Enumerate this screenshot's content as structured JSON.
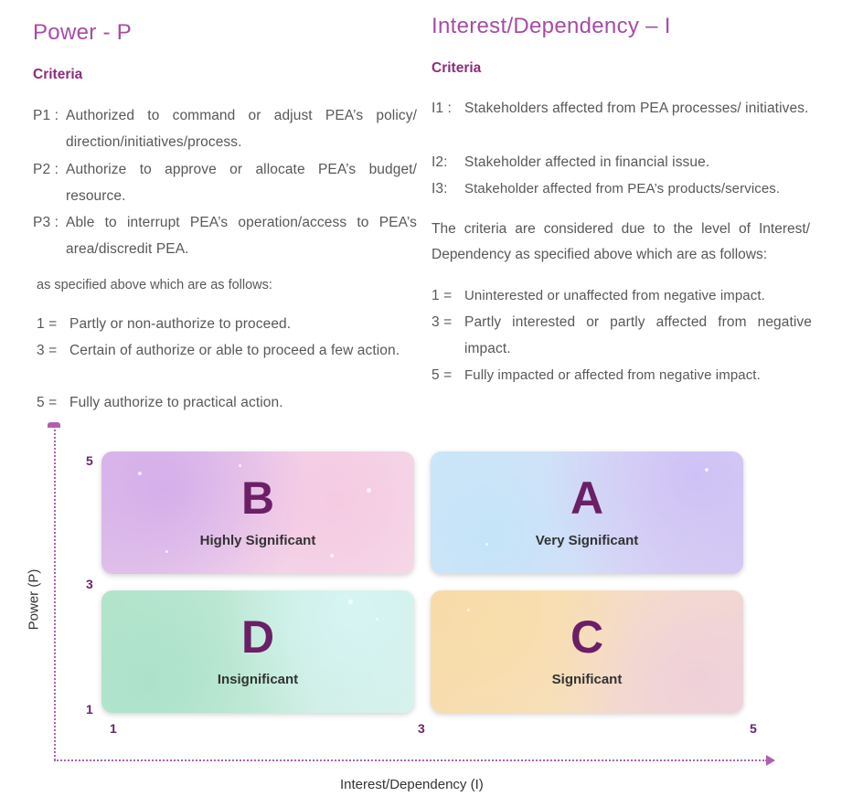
{
  "power": {
    "title": "Power - P",
    "criteria_label": "Criteria",
    "items": [
      {
        "code": "P1 :",
        "text": "Authorized to command or adjust PEA’s policy/ direction/initiatives/process."
      },
      {
        "code": "P2 :",
        "text": "Authorize to approve or allocate PEA’s budget/ resource."
      },
      {
        "code": "P3 :",
        "text": "Able to interrupt PEA’s operation/access to PEA’s area/discredit PEA."
      }
    ],
    "levels_intro": "as specified above which are as follows:",
    "levels": [
      {
        "code": "1 =",
        "text": "Partly or non-authorize to proceed."
      },
      {
        "code": "3 =",
        "text": "Certain of authorize or able to proceed a few action."
      },
      {
        "code": "5 =",
        "text": "Fully authorize to practical action."
      }
    ]
  },
  "interest": {
    "title": "Interest/Dependency – I",
    "criteria_label": "Criteria",
    "items": [
      {
        "code": "I1 :",
        "text": "Stakeholders affected from PEA processes/ initiatives."
      },
      {
        "code": "I2:",
        "text": "Stakeholder affected in financial issue."
      },
      {
        "code": "I3:",
        "text": "Stakeholder affected from PEA’s products/services."
      }
    ],
    "levels_intro": "The criteria are considered due to the level of Interest/ Dependency as specified above which are as follows:",
    "levels": [
      {
        "code": "1 =",
        "text": "Uninterested or unaffected from negative impact."
      },
      {
        "code": "3 =",
        "text": "Partly interested or partly affected from negative impact."
      },
      {
        "code": "5 =",
        "text": "Fully impacted or affected from negative impact."
      }
    ]
  },
  "matrix": {
    "y_axis_label": "Power (P)",
    "x_axis_label": "Interest/Dependency (I)",
    "y_ticks": [
      "5",
      "3",
      "1"
    ],
    "x_ticks": [
      "1",
      "3",
      "5"
    ],
    "quadrants": {
      "b": {
        "letter": "B",
        "label": "Highly Significant"
      },
      "a": {
        "letter": "A",
        "label": "Very Significant"
      },
      "d": {
        "letter": "D",
        "label": "Insignificant"
      },
      "c": {
        "letter": "C",
        "label": "Significant"
      }
    },
    "colors": {
      "heading": "#a64ca6",
      "subheading": "#8b2d7f",
      "letter": "#6b1f66",
      "axis": "#b05fb0"
    }
  }
}
